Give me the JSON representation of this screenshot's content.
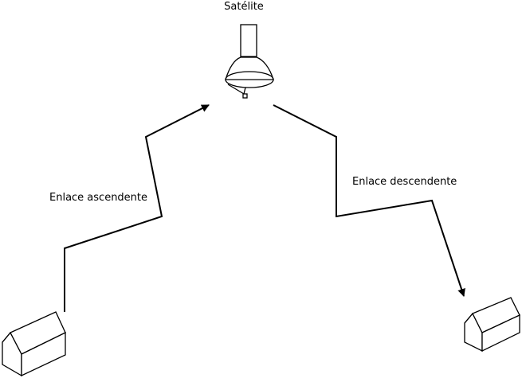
{
  "labels": {
    "satellite": "Satélite",
    "uplink": "Enlace ascendente",
    "downlink": "Enlace descendente"
  },
  "colors": {
    "stroke": "#000000",
    "background": "#ffffff"
  },
  "icons": {
    "satellite": "satellite-icon",
    "transmit_station": "house-icon",
    "receive_station": "house-icon"
  }
}
